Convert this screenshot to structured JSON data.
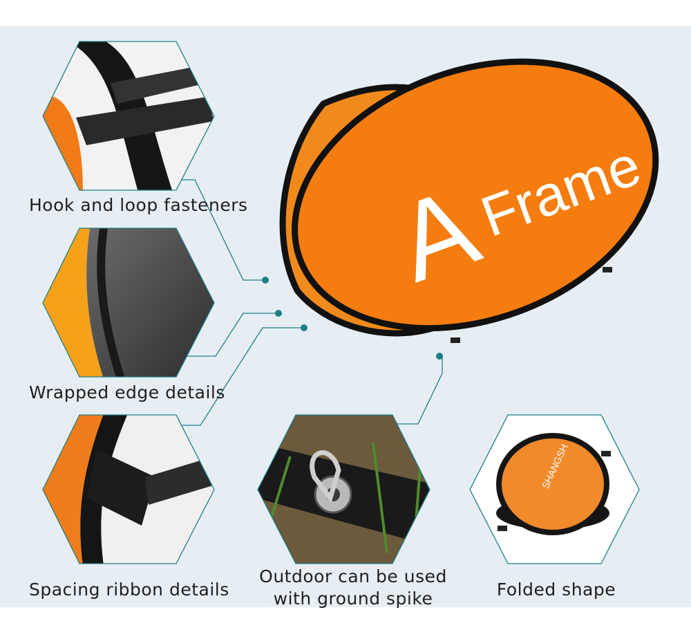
{
  "banner": {
    "text_big": "A",
    "text_word": "Frame"
  },
  "features": {
    "hook_loop": "Hook and loop fasteners",
    "wrapped_edge": "Wrapped edge details",
    "spacing_ribbon": "Spacing ribbon details",
    "outdoor_line1": "Outdoor can be used",
    "outdoor_line2": "with ground spike",
    "folded": "Folded shape"
  },
  "folded_bag_text": {
    "brand": "SHANGSH"
  },
  "colors": {
    "background": "#e6eef3",
    "accent_teal": "#1f7d86",
    "orange": "#f37d12",
    "frame_black": "#101010"
  }
}
